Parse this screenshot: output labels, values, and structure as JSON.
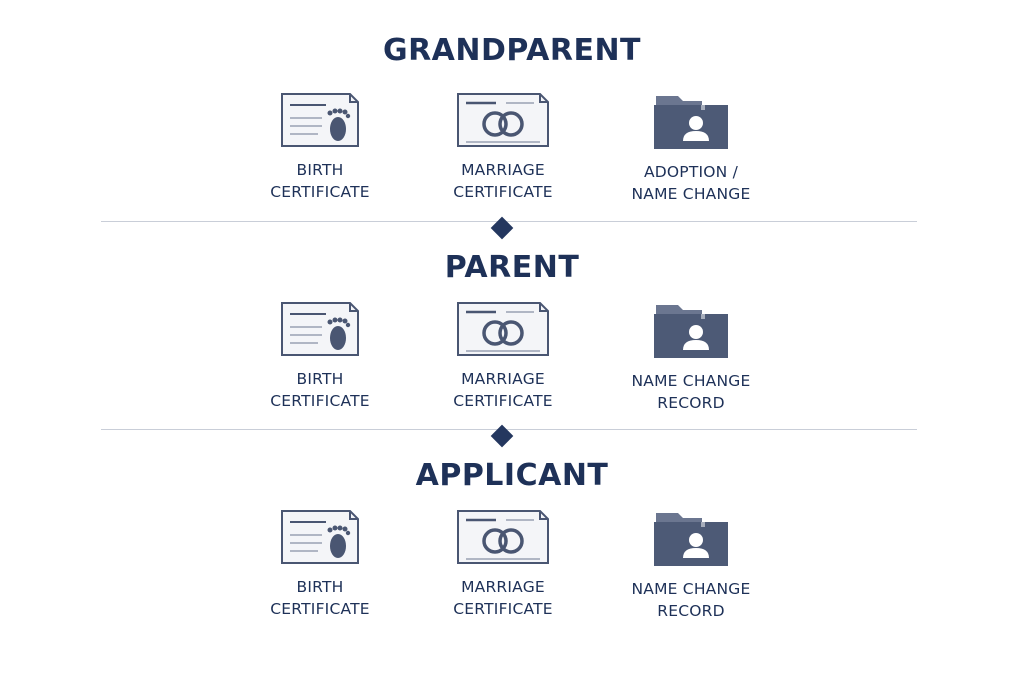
{
  "tiers": [
    {
      "title": "GRANDPARENT",
      "docs": [
        {
          "icon": "birth-certificate-icon",
          "line1": "BIRTH",
          "line2": "CERTIFICATE"
        },
        {
          "icon": "marriage-certificate-icon",
          "line1": "MARRIAGE",
          "line2": "CERTIFICATE"
        },
        {
          "icon": "folder-person-icon",
          "line1": "ADOPTION /",
          "line2": "NAME CHANGE"
        }
      ]
    },
    {
      "title": "PARENT",
      "docs": [
        {
          "icon": "birth-certificate-icon",
          "line1": "BIRTH",
          "line2": "CERTIFICATE"
        },
        {
          "icon": "marriage-certificate-icon",
          "line1": "MARRIAGE",
          "line2": "CERTIFICATE"
        },
        {
          "icon": "folder-person-icon",
          "line1": "NAME CHANGE",
          "line2": "RECORD"
        }
      ]
    },
    {
      "title": "APPLICANT",
      "docs": [
        {
          "icon": "birth-certificate-icon",
          "line1": "BIRTH",
          "line2": "CERTIFICATE"
        },
        {
          "icon": "marriage-certificate-icon",
          "line1": "MARRIAGE",
          "line2": "CERTIFICATE"
        },
        {
          "icon": "folder-person-icon",
          "line1": "NAME CHANGE",
          "line2": "RECORD"
        }
      ]
    }
  ],
  "colors": {
    "text": "#1e3158",
    "icon_stroke": "#4a5672",
    "folder": "#4d5a76",
    "separator": "#c9ced8",
    "diamond": "#24375f"
  }
}
